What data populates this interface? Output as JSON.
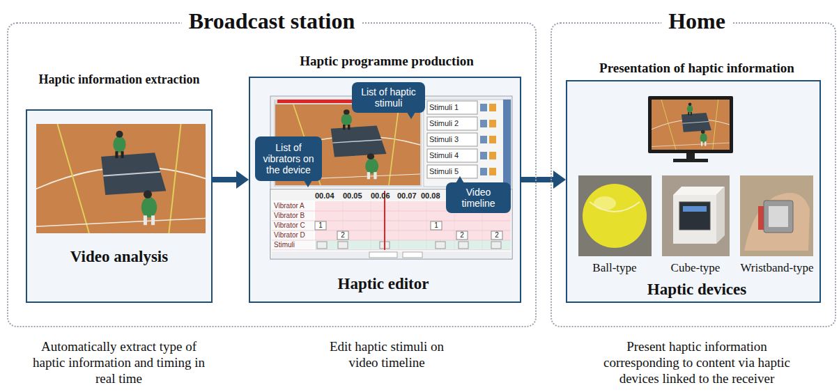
{
  "diagram": {
    "nodes": [
      {
        "text": [
          "Broadcast station"
        ]
      },
      {
        "text": [
          "Haptic information extraction",
          "Video analysis"
        ],
        "in": 0
      },
      {
        "text": [
          "Haptic programme production",
          "Haptic editor"
        ],
        "in": 0
      },
      {
        "text": [
          "List of haptic stimuli"
        ],
        "in": 2
      },
      {
        "text": [
          "List of vibrators on the device"
        ],
        "in": 2
      },
      {
        "text": [
          "Video timeline"
        ],
        "in": 2
      },
      {
        "text": [
          "Home"
        ]
      },
      {
        "text": [
          "Presentation of haptic information",
          "Haptic devices"
        ],
        "in": 6
      }
    ],
    "edges": [
      {
        "from": 1,
        "to": 2,
        "arrow": "to"
      },
      {
        "from": 2,
        "to": 7,
        "arrow": "to"
      }
    ],
    "labels": [
      "Stimuli 1",
      "Stimuli 2",
      "Stimuli 3",
      "Stimuli 4",
      "Stimuli 5",
      "Vibrator A",
      "Vibrator B",
      "Vibrator C",
      "Vibrator D",
      "Stimuli",
      "00.04",
      "00.05",
      "00.06",
      "00.07",
      "00.08",
      "1",
      "1",
      "2",
      "2",
      "2",
      "Ball-type",
      "Cube-type",
      "Wristband-type",
      "Automatically extract type of haptic information and timing in real time",
      "Edit haptic stimuli on video timeline",
      "Present haptic information corresponding to content via haptic devices linked to the receiver"
    ]
  }
}
